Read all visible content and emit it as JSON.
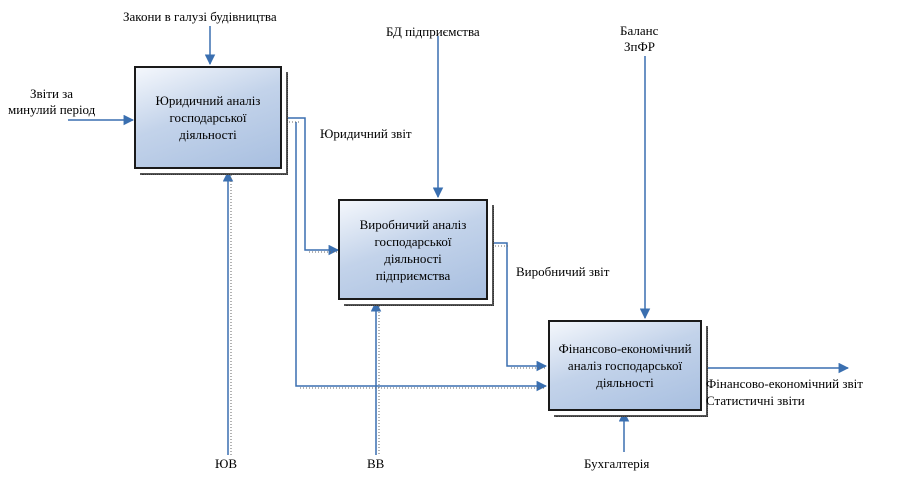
{
  "boxes": {
    "legal": "Юридичний аналіз господарської діяльності",
    "production": "Виробничий аналіз господарської діяльності підприємства",
    "finance": "Фінансово-економічний аналіз господарської діяльності"
  },
  "labels": {
    "laws": "Закони в галузі будівництва",
    "reports_past_1": "Звіти за",
    "reports_past_2": "минулий період",
    "db": "БД підприємства",
    "balance_1": "Баланс",
    "balance_2": "ЗпФР",
    "legal_report": "Юридичний звіт",
    "production_report": "Виробничий звіт",
    "finance_report": "Фінансово-економічний звіт",
    "stat_reports": "Статистичні звіти",
    "yuv": "ЮВ",
    "vv": "ВВ",
    "accounting": "Бухгалтерія"
  },
  "colors": {
    "arrow": "#3a6fb0",
    "box_border": "#1a1a1a"
  }
}
